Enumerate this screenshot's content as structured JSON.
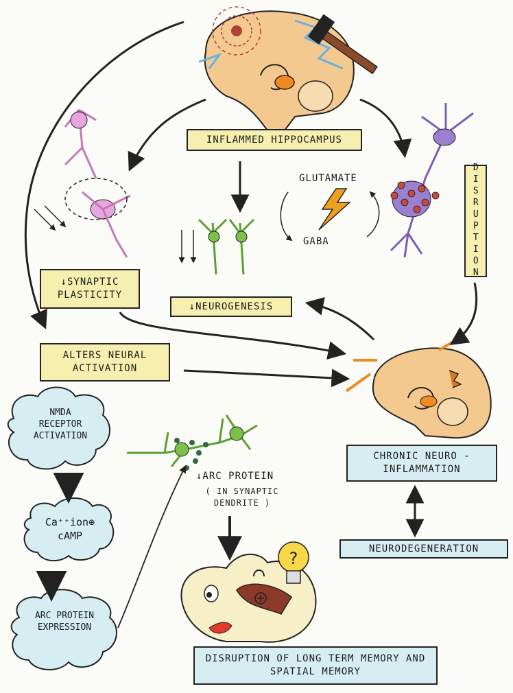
{
  "labels": {
    "inflamed_hippocampus": "INFLAMMED HIPPOCAMPUS",
    "synaptic_plasticity": "↓SYNAPTIC PLASTICITY",
    "neurogenesis": "↓NEUROGENESIS",
    "disruption": "DISRUPTION",
    "glutamate": "GLUTAMATE",
    "gaba": "GABA",
    "alters_neural_activation": "ALTERS NEURAL ACTIVATION",
    "chronic_neuroinflammation": "CHRONIC NEURO -INFLAMMATION",
    "neurodegeneration": "NEURODEGENERATION",
    "nmda_activation": "NMDA RECEPTOR ACTIVATION",
    "ca_camp": "Ca⁺⁺ion⊕ cAMP",
    "arc_expression": "ARC PROTEIN EXPRESSION",
    "arc_protein": "↓ARC PROTEIN",
    "arc_protein_sub": "( IN SYNAPTIC DENDRITE )",
    "memory_disruption": "DISRUPTION OF LONG TERM MEMORY AND SPATIAL MEMORY"
  },
  "colors": {
    "yellow_box": "#f6efb0",
    "blue_box": "#d6eef2",
    "brain": "#f3c98f",
    "neuron_pink": "#e7a6e0",
    "neuron_purple": "#9b7fd0",
    "neuron_green": "#7cc04a",
    "arrow": "#222222"
  }
}
